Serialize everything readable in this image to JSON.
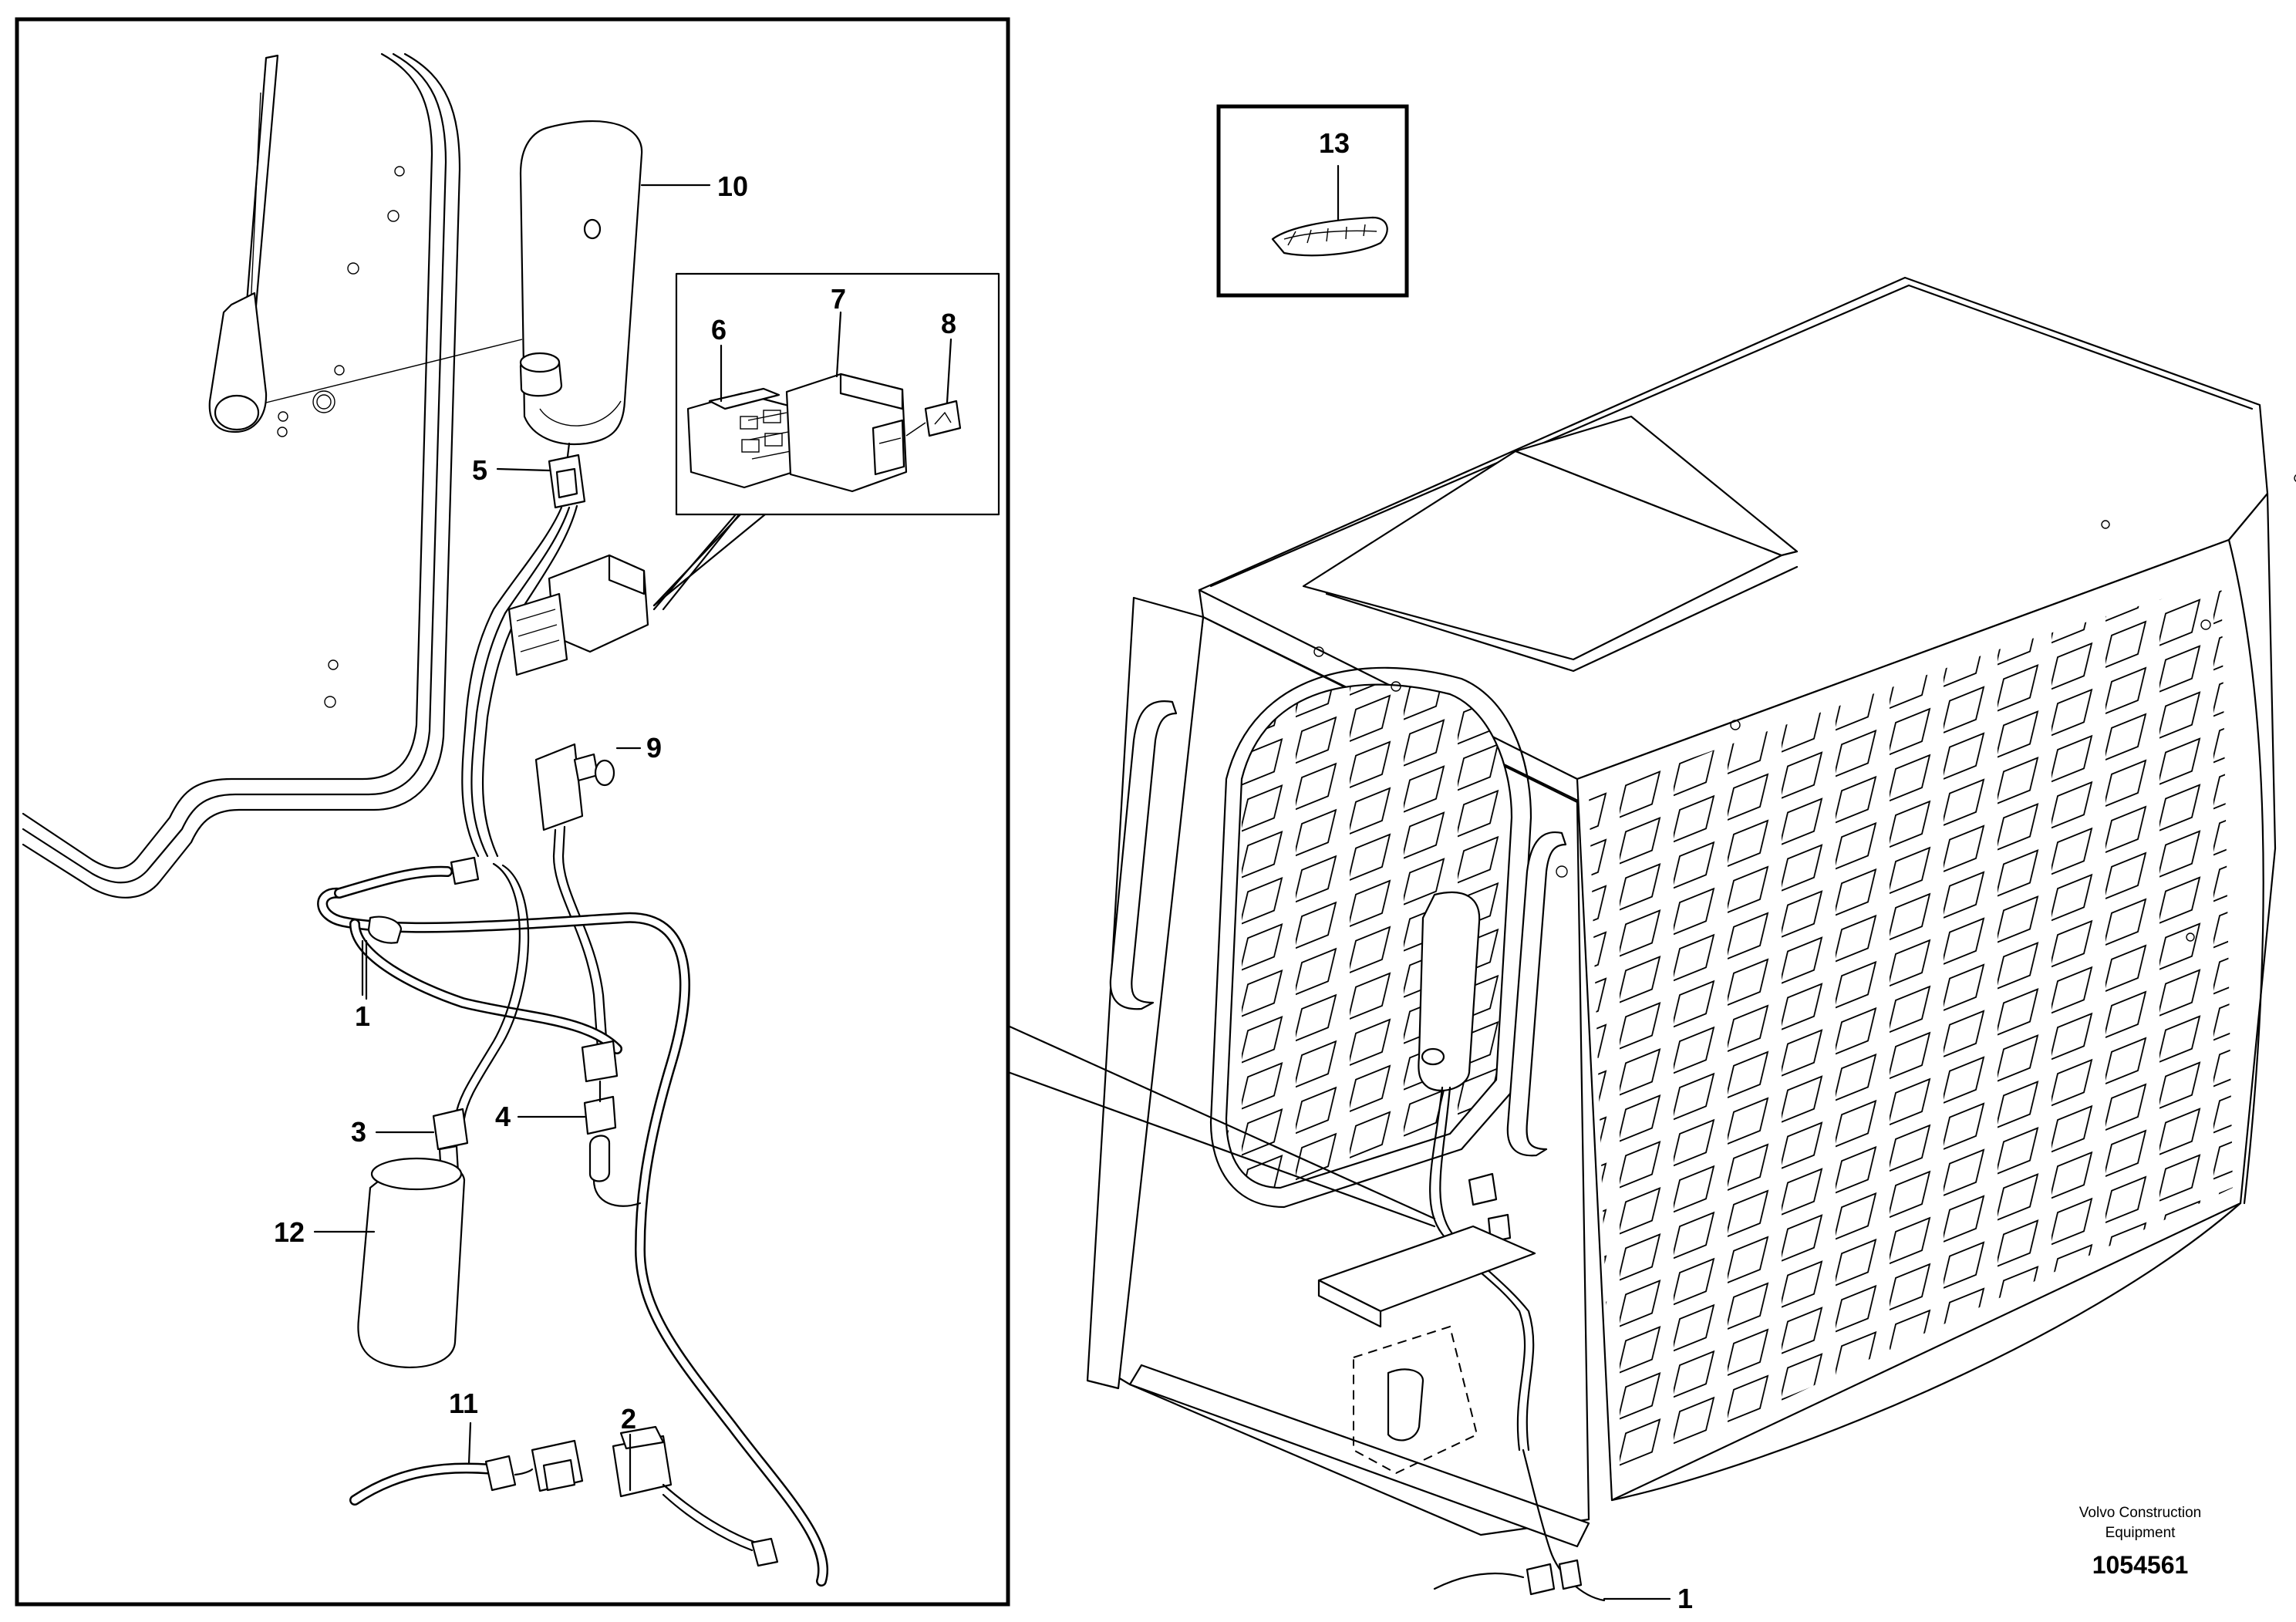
{
  "callouts": {
    "c1": "1",
    "c2": "2",
    "c3": "3",
    "c4": "4",
    "c5": "5",
    "c6": "6",
    "c7": "7",
    "c8": "8",
    "c9": "9",
    "c10": "10",
    "c11": "11",
    "c12": "12",
    "c13": "13",
    "c1b": "1"
  },
  "footer": {
    "brand_line1": "Volvo Construction",
    "brand_line2": "Equipment",
    "doc_number": "1054561"
  }
}
